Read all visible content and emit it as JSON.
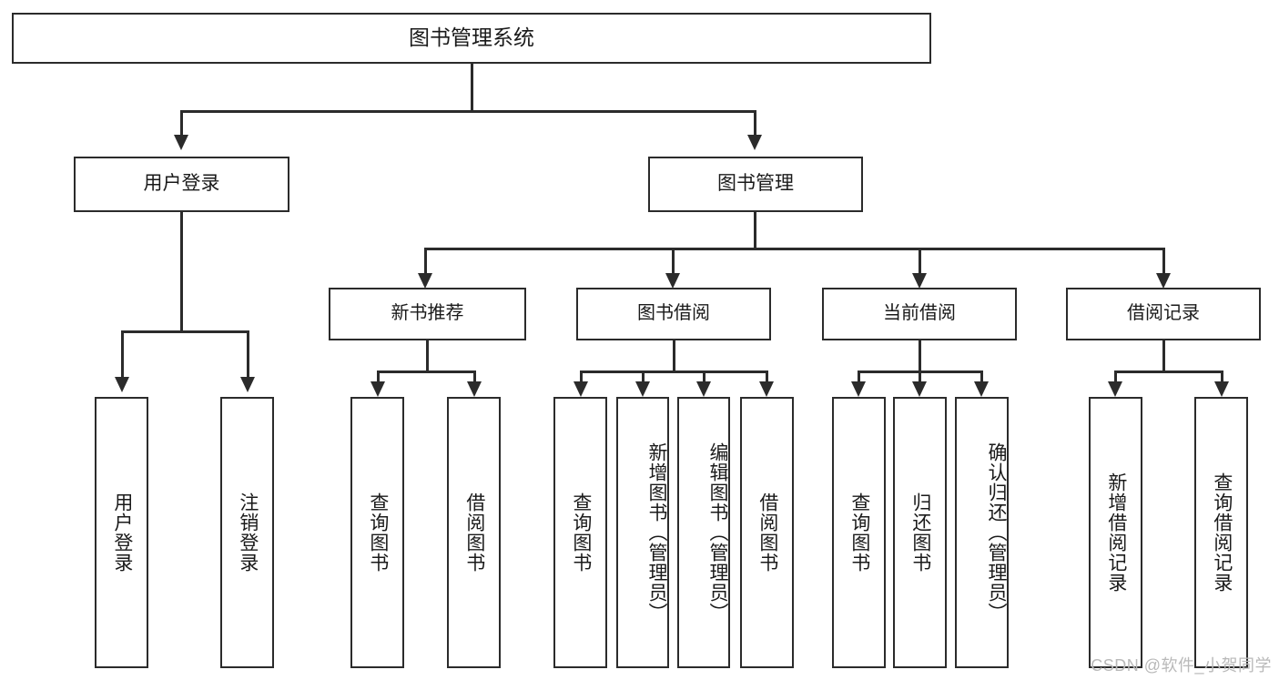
{
  "diagram": {
    "title": "图书管理系统",
    "watermark": "CSDN @软件_小贺同学",
    "colors": {
      "background": "#ffffff",
      "stroke": "#2b2b2b",
      "text": "#1a1a1a",
      "watermark": "#b9b9b9"
    },
    "root": {
      "label": "图书管理系统"
    },
    "level1": [
      {
        "label": "用户登录"
      },
      {
        "label": "图书管理"
      }
    ],
    "level2": [
      {
        "label": "新书推荐"
      },
      {
        "label": "图书借阅"
      },
      {
        "label": "当前借阅"
      },
      {
        "label": "借阅记录"
      }
    ],
    "leaves": {
      "user_login": [
        {
          "label": "用户登录"
        },
        {
          "label": "注销登录"
        }
      ],
      "new_book_recommend": [
        {
          "label": "查询图书"
        },
        {
          "label": "借阅图书"
        }
      ],
      "book_borrow": [
        {
          "label": "查询图书"
        },
        {
          "label": "新增图书（管理员）"
        },
        {
          "label": "编辑图书（管理员）"
        },
        {
          "label": "借阅图书"
        }
      ],
      "current_borrow": [
        {
          "label": "查询图书"
        },
        {
          "label": "归还图书"
        },
        {
          "label": "确认归还（管理员）"
        }
      ],
      "borrow_record": [
        {
          "label": "新增借阅记录"
        },
        {
          "label": "查询借阅记录"
        }
      ]
    }
  }
}
